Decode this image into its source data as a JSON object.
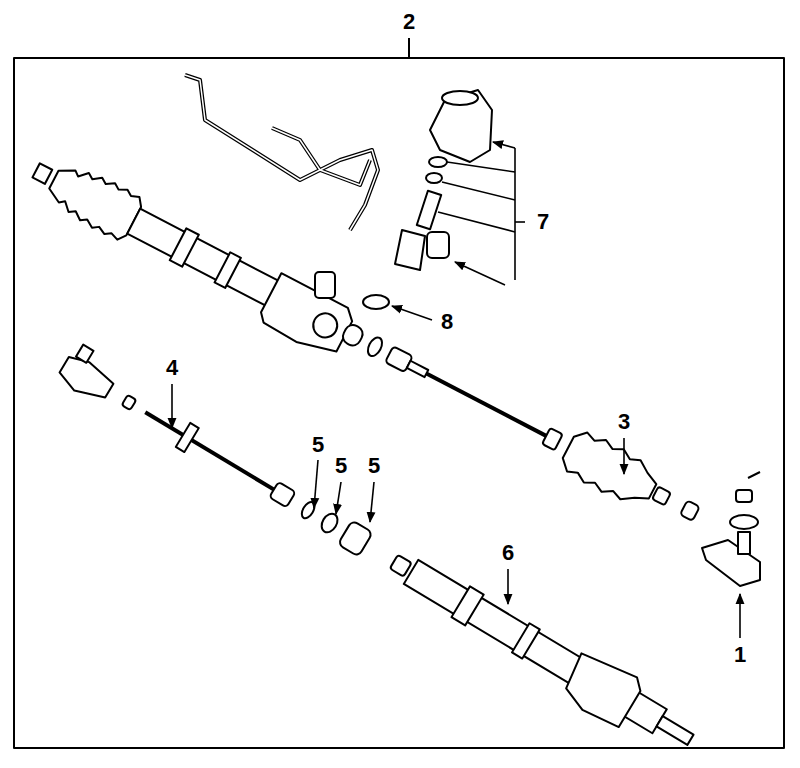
{
  "diagram": {
    "labels": [
      "2",
      "7",
      "8",
      "4",
      "5",
      "5",
      "5",
      "3",
      "6",
      "1"
    ]
  }
}
